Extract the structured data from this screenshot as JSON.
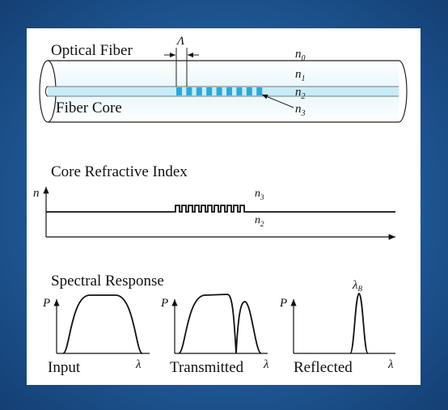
{
  "fiber": {
    "title": "Optical Fiber",
    "core_label": "Fiber Core",
    "period_symbol": "Λ",
    "indices": {
      "n0": "n",
      "n0_sub": "0",
      "n1": "n",
      "n1_sub": "1",
      "n2": "n",
      "n2_sub": "2",
      "n3": "n",
      "n3_sub": "3"
    }
  },
  "index_profile": {
    "title": "Core Refractive Index",
    "axis_y": "n",
    "label_n3": "n",
    "label_n3_sub": "3",
    "label_n2": "n",
    "label_n2_sub": "2"
  },
  "spectral": {
    "title": "Spectral Response",
    "y_axis": "P",
    "x_axis": "λ",
    "panels": [
      {
        "label": "Input"
      },
      {
        "label": "Transmitted"
      },
      {
        "label": "Reflected",
        "peak_label": "λ",
        "peak_sub": "B"
      }
    ]
  },
  "colors": {
    "background": "#1f5a98",
    "panel": "#ffffff",
    "core": "#bfe6f4",
    "grating": "#29a9dc",
    "cladding": "#e9f7fb"
  }
}
